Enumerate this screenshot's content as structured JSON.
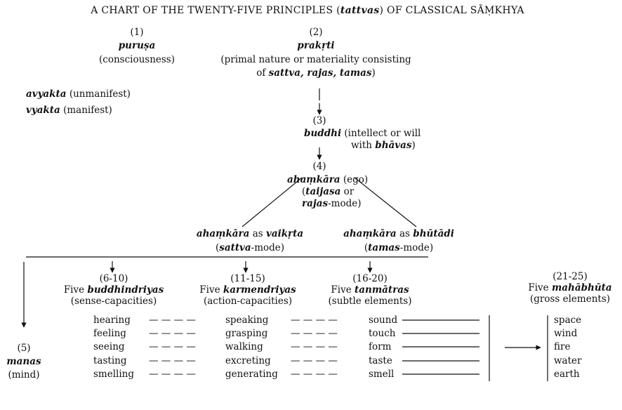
{
  "title": {
    "main": "A CHART OF THE TWENTY-FIVE PRINCIPLES",
    "paren_term": "tattvas",
    "suffix": "OF CLASSICAL SĀṂKHYA"
  },
  "purusa": {
    "number": "(1)",
    "term": "puruṣa",
    "gloss": "(consciousness)"
  },
  "prakrti": {
    "number": "(2)",
    "term": "prakṛti",
    "gloss_line1": "(primal nature or materiality consisting",
    "gloss_line2_prefix": "of",
    "gloss_line2_terms": "sattva, rajas, tamas",
    "gloss_line2_suffix": ")"
  },
  "manifest_labels": [
    {
      "term": "avyakta",
      "gloss": "(unmanifest)"
    },
    {
      "term": "vyakta",
      "gloss": "(manifest)"
    }
  ],
  "buddhi": {
    "number": "(3)",
    "term": "buddhi",
    "gloss_line1": "(intellect or will",
    "gloss_line2_prefix": "with",
    "gloss_line2_term": "bhāvas",
    "gloss_line2_suffix": ")"
  },
  "ahamkara": {
    "number": "(4)",
    "term": "ahaṃkāra",
    "gloss": "(ego)",
    "line2_prefix": "(",
    "line2_term": "taijasa",
    "line2_suffix": "or",
    "line3_term": "rajas",
    "line3_suffix": "-mode)"
  },
  "vaikrta": {
    "term": "ahaṃkāra",
    "as_word": "as",
    "term2": "vaikṛta",
    "mode_prefix": "(",
    "mode_term": "sattva",
    "mode_suffix": "-mode)"
  },
  "bhutadi": {
    "term": "ahaṃkāra",
    "as_word": "as",
    "term2": "bhūtādi",
    "mode_prefix": "(",
    "mode_term": "tamas",
    "mode_suffix": "-mode)"
  },
  "groups": {
    "buddhindriyas": {
      "range": "(6-10)",
      "prefix": "Five",
      "term": "buddhindriyas",
      "gloss": "(sense-capacities)"
    },
    "karmendriyas": {
      "range": "(11-15)",
      "prefix": "Five",
      "term": "karmendriyas",
      "gloss": "(action-capacities)"
    },
    "tanmatras": {
      "range": "(16-20)",
      "prefix": "Five",
      "term": "tanmātras",
      "gloss": "(subtle elements)"
    },
    "mahabhuta": {
      "range": "(21-25)",
      "prefix": "Five",
      "term": "mahābhūta",
      "gloss": "(gross elements)"
    }
  },
  "manas": {
    "number": "(5)",
    "term": "manas",
    "gloss": "(mind)"
  },
  "columns": {
    "senses": [
      "hearing",
      "feeling",
      "seeing",
      "tasting",
      "smelling"
    ],
    "actions": [
      "speaking",
      "grasping",
      "walking",
      "excreting",
      "generating"
    ],
    "subtle": [
      "sound",
      "touch",
      "form",
      "taste",
      "smell"
    ],
    "gross": [
      "space",
      "wind",
      "fire",
      "water",
      "earth"
    ]
  },
  "dash_connector": "— — — —"
}
